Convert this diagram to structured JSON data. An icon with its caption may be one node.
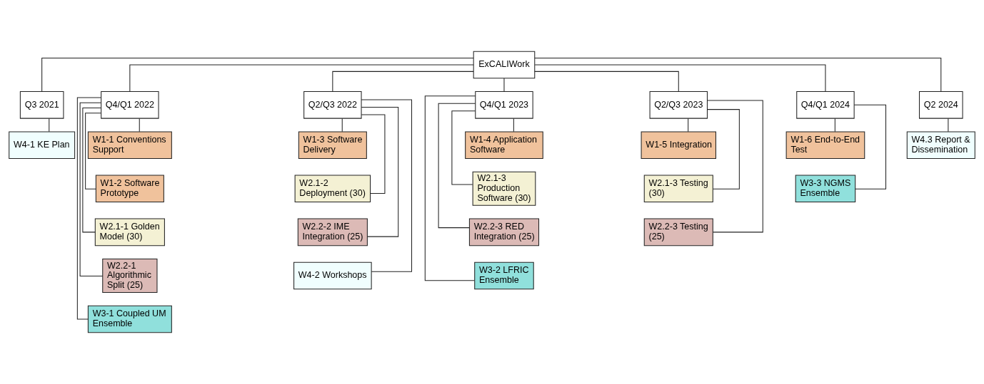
{
  "diagram": {
    "nodes": [
      {
        "text": [
          "ExCALIWork"
        ]
      },
      {
        "text": [
          "Q3 2021"
        ]
      },
      {
        "text": [
          "W4-1 KE Plan"
        ]
      },
      {
        "text": [
          "Q4/Q1 2022"
        ]
      },
      {
        "text": [
          "W1-1 Conventions Support"
        ]
      },
      {
        "text": [
          "W1-2 Software Prototype"
        ]
      },
      {
        "text": [
          "W2.1-1 Golden Model (30)"
        ]
      },
      {
        "text": [
          "W2.2-1 Algorithmic Split (25)"
        ]
      },
      {
        "text": [
          "W3-1 Coupled UM Ensemble"
        ]
      },
      {
        "text": [
          "Q2/Q3 2022"
        ]
      },
      {
        "text": [
          "W1-3 Software Delivery"
        ]
      },
      {
        "text": [
          "W2.1-2 Deployment (30)"
        ]
      },
      {
        "text": [
          "W2.2-2 IME Integration (25)"
        ]
      },
      {
        "text": [
          "W4-2 Workshops"
        ]
      },
      {
        "text": [
          "Q4/Q1 2023"
        ]
      },
      {
        "text": [
          "W1-4 Application Software"
        ]
      },
      {
        "text": [
          "W2.1-3 Production Software (30)"
        ]
      },
      {
        "text": [
          "W2.2-3 RED Integration (25)"
        ]
      },
      {
        "text": [
          "W3-2 LFRIC Ensemble"
        ]
      },
      {
        "text": [
          "Q2/Q3 2023"
        ]
      },
      {
        "text": [
          "W1-5 Integration"
        ]
      },
      {
        "text": [
          "W2.1-3 Testing (30)"
        ]
      },
      {
        "text": [
          "W2.2-3 Testing (25)"
        ]
      },
      {
        "text": [
          "Q4/Q1 2024"
        ]
      },
      {
        "text": [
          "W1-6 End-to-End Test"
        ]
      },
      {
        "text": [
          "W3-3 NGMS Ensemble"
        ]
      },
      {
        "text": [
          "Q2 2024"
        ]
      },
      {
        "text": [
          "W4.3 Report & Dissemination"
        ]
      }
    ],
    "edges": [
      {
        "from": 0,
        "to": 1,
        "arrow": "none"
      },
      {
        "from": 0,
        "to": 3,
        "arrow": "none"
      },
      {
        "from": 0,
        "to": 9,
        "arrow": "none"
      },
      {
        "from": 0,
        "to": 14,
        "arrow": "none"
      },
      {
        "from": 0,
        "to": 19,
        "arrow": "none"
      },
      {
        "from": 0,
        "to": 23,
        "arrow": "none"
      },
      {
        "from": 0,
        "to": 26,
        "arrow": "none"
      },
      {
        "from": 1,
        "to": 2,
        "arrow": "none"
      },
      {
        "from": 3,
        "to": 4,
        "arrow": "none"
      },
      {
        "from": 3,
        "to": 5,
        "arrow": "none"
      },
      {
        "from": 3,
        "to": 6,
        "arrow": "none"
      },
      {
        "from": 3,
        "to": 7,
        "arrow": "none"
      },
      {
        "from": 3,
        "to": 8,
        "arrow": "none"
      },
      {
        "from": 9,
        "to": 10,
        "arrow": "none"
      },
      {
        "from": 9,
        "to": 11,
        "arrow": "none"
      },
      {
        "from": 9,
        "to": 12,
        "arrow": "none"
      },
      {
        "from": 9,
        "to": 13,
        "arrow": "none"
      },
      {
        "from": 14,
        "to": 15,
        "arrow": "none"
      },
      {
        "from": 14,
        "to": 16,
        "arrow": "none"
      },
      {
        "from": 14,
        "to": 17,
        "arrow": "none"
      },
      {
        "from": 14,
        "to": 18,
        "arrow": "none"
      },
      {
        "from": 19,
        "to": 20,
        "arrow": "none"
      },
      {
        "from": 19,
        "to": 21,
        "arrow": "none"
      },
      {
        "from": 19,
        "to": 22,
        "arrow": "none"
      },
      {
        "from": 23,
        "to": 24,
        "arrow": "none"
      },
      {
        "from": 23,
        "to": 25,
        "arrow": "none"
      },
      {
        "from": 26,
        "to": 27,
        "arrow": "none"
      }
    ]
  }
}
